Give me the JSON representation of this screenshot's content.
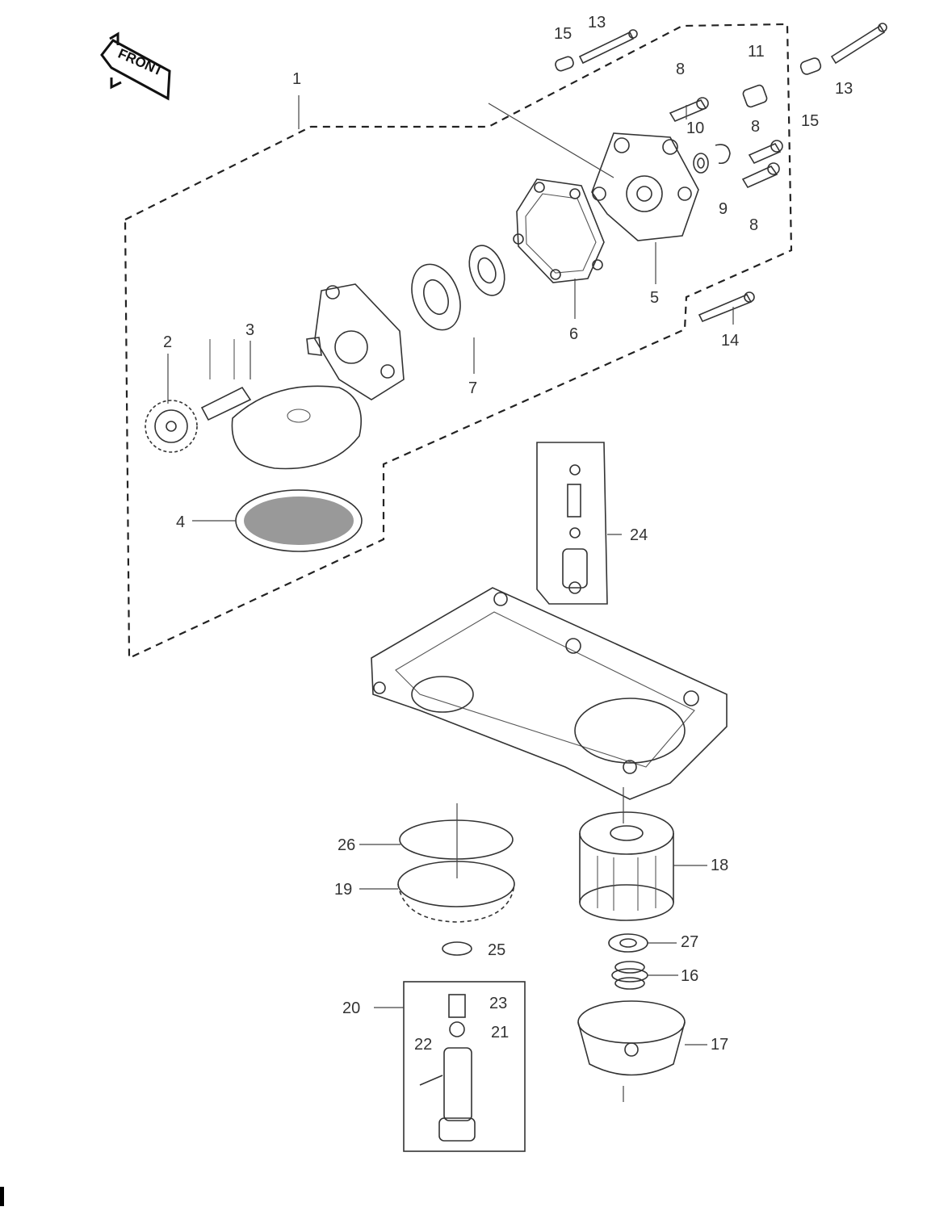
{
  "orientation_label": "FRONT",
  "callouts": {
    "c1": "1",
    "c2": "2",
    "c3": "3",
    "c4": "4",
    "c5": "5",
    "c6": "6",
    "c7": "7",
    "c8a": "8",
    "c8b": "8",
    "c8c": "8",
    "c9": "9",
    "c10": "10",
    "c11": "11",
    "c13a": "13",
    "c13b": "13",
    "c14": "14",
    "c15a": "15",
    "c15b": "15",
    "c16": "16",
    "c17": "17",
    "c18": "18",
    "c19": "19",
    "c20": "20",
    "c21": "21",
    "c22": "22",
    "c23": "23",
    "c24": "24",
    "c25": "25",
    "c26": "26",
    "c27": "27"
  }
}
